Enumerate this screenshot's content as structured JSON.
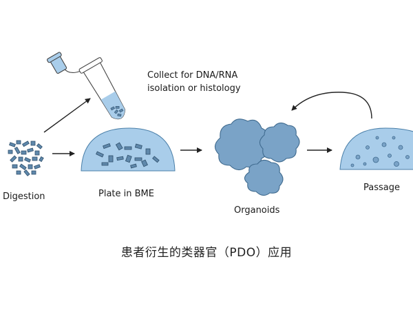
{
  "labels": {
    "collect_line1": "Collect for DNA/RNA",
    "collect_line2": "isolation or histology",
    "digestion": "Digestion",
    "plate": "Plate in BME",
    "organoids": "Organoids",
    "passage": "Passage"
  },
  "caption": "患者衍生的类器官（PDO）应用",
  "colors": {
    "dome_fill": "#a9cdea",
    "dome_stroke": "#4a7fa8",
    "fragment_fill": "#5f88ab",
    "fragment_stroke": "#2f4f6b",
    "organoid_fill": "#7aa3c7",
    "organoid_stroke": "#3f6a8e",
    "tube_fill": "#a9cdea",
    "arrow": "#222222"
  }
}
